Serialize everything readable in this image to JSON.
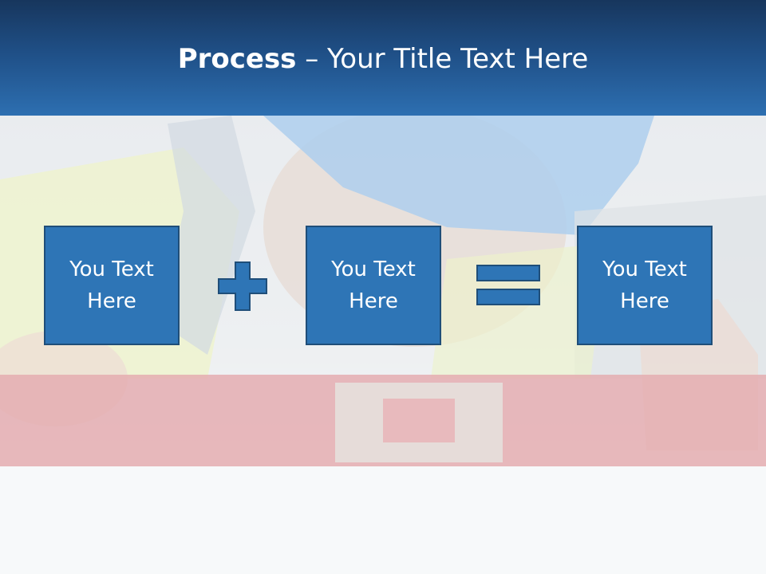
{
  "slide": {
    "title_bold": "Process",
    "title_rest": " – Your Title Text Here"
  },
  "boxes": [
    {
      "line1": "You Text",
      "line2": "Here"
    },
    {
      "line1": "You Text",
      "line2": "Here"
    },
    {
      "line1": "You Text",
      "line2": "Here"
    }
  ],
  "operators": [
    "plus",
    "equals"
  ],
  "colors": {
    "header_top": "#17365d",
    "header_bottom": "#2d6fb1",
    "box_fill": "#2e75b6",
    "box_border": "#1f4e79",
    "text": "#ffffff"
  },
  "background_image": "blurred-photo-worker-hard-hat-spirit-level"
}
